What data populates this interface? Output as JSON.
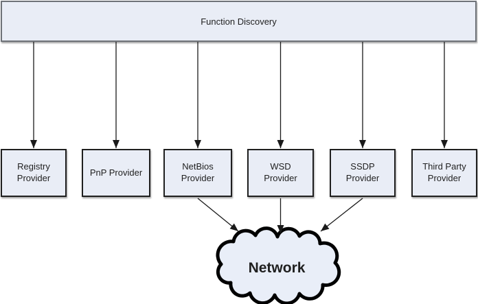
{
  "diagram": {
    "root": {
      "label": "Function Discovery"
    },
    "providers": [
      {
        "id": "registry",
        "label": "Registry\nProvider"
      },
      {
        "id": "pnp",
        "label": "PnP Provider"
      },
      {
        "id": "netbios",
        "label": "NetBios\nProvider"
      },
      {
        "id": "wsd",
        "label": "WSD\nProvider"
      },
      {
        "id": "ssdp",
        "label": "SSDP\nProvider"
      },
      {
        "id": "third-party",
        "label": "Third Party\nProvider"
      }
    ],
    "network": {
      "label": "Network"
    },
    "edges": [
      {
        "from": "Function Discovery",
        "to": "Registry Provider"
      },
      {
        "from": "Function Discovery",
        "to": "PnP Provider"
      },
      {
        "from": "Function Discovery",
        "to": "NetBios Provider"
      },
      {
        "from": "Function Discovery",
        "to": "WSD Provider"
      },
      {
        "from": "Function Discovery",
        "to": "SSDP Provider"
      },
      {
        "from": "Function Discovery",
        "to": "Third Party Provider"
      },
      {
        "from": "NetBios Provider",
        "to": "Network"
      },
      {
        "from": "WSD Provider",
        "to": "Network"
      },
      {
        "from": "SSDP Provider",
        "to": "Network"
      }
    ],
    "colors": {
      "background": "#ffffff",
      "box_fill": "#e9edf6",
      "box_border": "#1f1f1f",
      "root_border": "#6e7278",
      "connector": "#1a1a1a",
      "cloud_fill": "#e9eef8",
      "cloud_outline": "#000000",
      "text": "#1f1f1f"
    }
  }
}
